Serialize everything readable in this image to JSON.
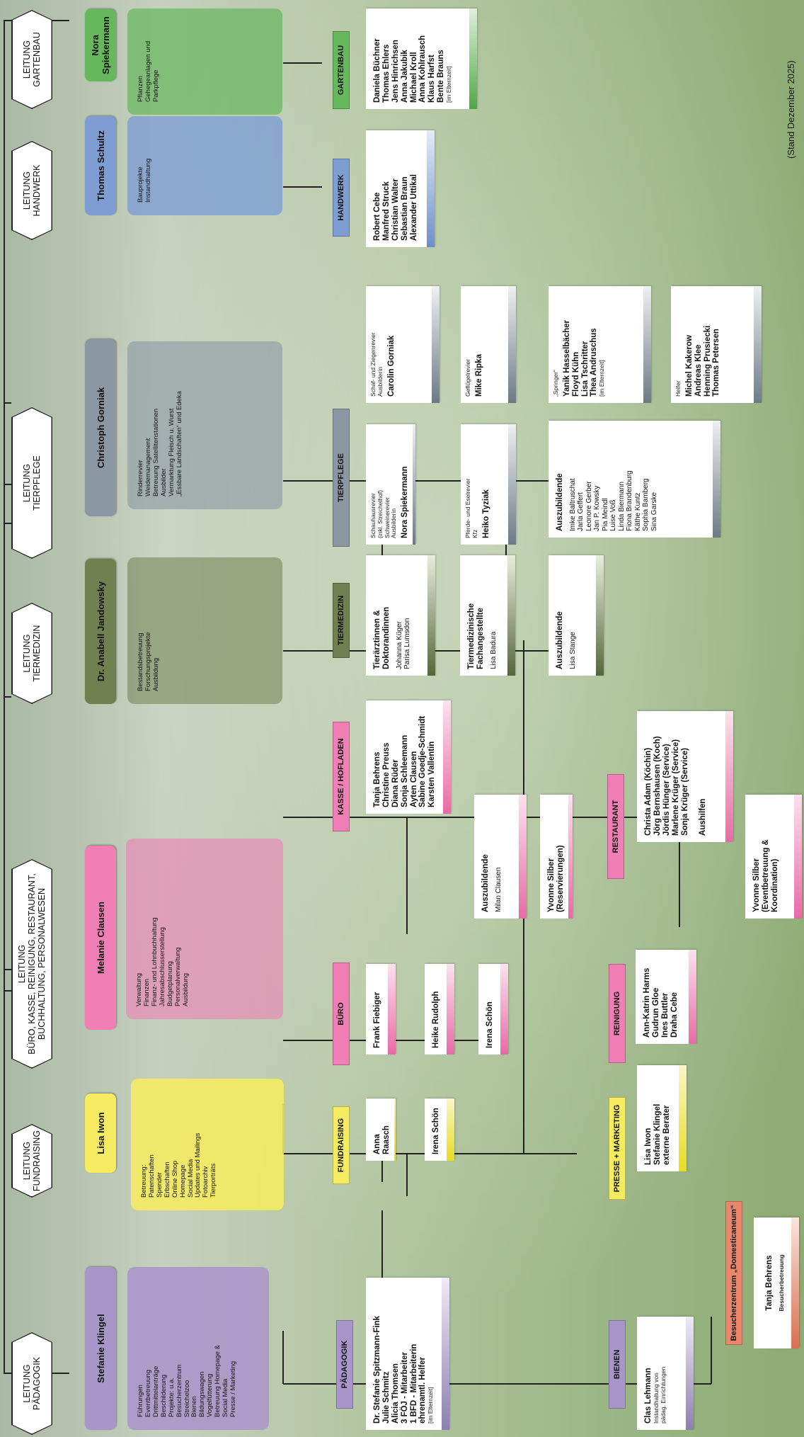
{
  "colors": {
    "paedagogik": "#a996c9",
    "fundraising": "#f5ec61",
    "buero": "#ef7fb4",
    "tiermedizin": "#6f8150",
    "tierpflege": "#8b97a3",
    "handwerk": "#7d9dd3",
    "gartenbau": "#67b85d",
    "besucher": "#e8876b"
  },
  "stand": "(Stand Dezember 2025)",
  "columns": [
    {
      "leitung": "LEITUNG\nPÄDAGOGIK",
      "name": "Stefanie Klingel",
      "desc": "Führungen\nEventbetreuung\nDrittmittelanträge\nBeschilderung\nProjekte: u.a.\n      Besucherzentrum\n      Streichelzoo\n      Bienen\n      Bildungswagen\n      Vogelfütterung\nBetreuung Homepage &\nSocial Media\nPresse / Marketing"
    },
    {
      "leitung": "LEITUNG\nFUNDRAISING",
      "name": "Lisa Iwon",
      "desc": "Betreuung:\n      Patenschaften\n      Spender\n      Erbschaften\n      Online Shop\n      Homepage\n      Social Media\nUpdates und Mailings\nFotoarchiv\nTierporträts"
    },
    {
      "leitung": "LEITUNG\nBÜRO, KASSE, REINIGUNG, RESTAURANT,\nBUCHHALTUNG, PERSONALWESEN",
      "name": "Melanie Clausen",
      "desc": "Verwaltung\nFinanzen\nFinanz- und Lohnbuchhaltung\nJahresabschlusserstellung\nBudgetplanung\nPersonalverwaltung\nAusbildung"
    },
    {
      "leitung": "LEITUNG\nTIERMEDIZIN",
      "name": "Dr. Anabell Jandowsky",
      "desc": "Bestandsbetreuung\nForschungsprojekte\nAusbildung"
    },
    {
      "leitung": "LEITUNG\nTIERPFLEGE",
      "name": "Christoph Gorniak",
      "desc": "Rinderrevier\nWeidemanagement\nBetreuung Satellitenstationen\nAusbilder\nVermarktung Fleisch u. Wurst\n„Essbare Landschaften“ und Edeka"
    },
    {
      "leitung": "LEITUNG\nHANDWERK",
      "name": "Thomas Schultz",
      "desc": "Bauprojekte\nInstandhaltung"
    },
    {
      "leitung": "LEITUNG\nGARTENBAU",
      "name": "Nora Spiekermann",
      "desc": "Pflanzen\nGehegeanlagen und\nParkpflege"
    }
  ],
  "departments": {
    "paedagogik": "PÄDAGOGIK",
    "fundraising": "FUNDRAISING",
    "buero": "BÜRO",
    "kasse": "KASSE / HOFLADEN",
    "tiermedizin": "TIERMEDIZIN",
    "tierpflege": "TIERPFLEGE",
    "handwerk": "HANDWERK",
    "gartenbau": "GARTENBAU",
    "bienen": "BIENEN",
    "presse": "PRESSE + MARKETING",
    "reinigung": "REINIGUNG",
    "restaurant": "RESTAURANT",
    "besucher": "Besucherzentrum „Domesticaneum“"
  },
  "cards": {
    "paedagogik_team": {
      "big": "Dr. Stefanie Spitzmann-Fink\nJulie Schmitz\nAlicia Thomsen\n3 FÖJ - Mitarbeiter\n1 BFD - Mitarbeiterin\nehrenamtl. Helfer",
      "note": "[im Elternzeit]"
    },
    "bienen_team": {
      "big": "Clas Lehmann",
      "small": "Instandhaltung von\npädag. Einrichtungen"
    },
    "fundraising_1": {
      "big": "Anna Raasch"
    },
    "fundraising_2": {
      "big": "Irena Schön"
    },
    "presse_team": {
      "big": "Lisa Iwon\nStefanie Klingel\nexterne Berater"
    },
    "besucher_team": {
      "big": "Tanja Behrens",
      "small": "Besucherbetreuung"
    },
    "buero_1": {
      "big": "Frank Fiebiger"
    },
    "buero_2": {
      "big": "Heike Rudolph"
    },
    "buero_3": {
      "big": "Irena Schön"
    },
    "reinigung_team": {
      "big": "Ann-Katrin Harms\nGudrun Gloe\nInes Buttler\nDraha Cebe"
    },
    "kasse_team": {
      "big": "Tanja Behrens\nChristine Preuss\nDiana Rüder\nSonja Schleemann\nAyten Clausen\nSabine Goedje-Schmidt\nKarsten Vallentin"
    },
    "kasse_azubi": {
      "big": "Auszubildende",
      "norm": "Milan Clausen"
    },
    "kasse_silber": {
      "big": "Yvonne Silber\n(Reservierungen)"
    },
    "restaurant_team": {
      "big": "Christa Adam (Köchin)\nJörg Bernshausen (Koch)\nJördis Hünger (Service)\nMarlene Krüger (Service)\nSonja Krüger (Service)\n\nAushilfen"
    },
    "restaurant_silber": {
      "big": "Yvonne Silber\n(Eventbetreuung &\nKoordination)"
    },
    "tiermedizin_1": {
      "big": "Tierärztinnen &\nDoktorandinnen",
      "norm": "Johanna Küger\nParisa Lumsdon"
    },
    "tiermedizin_2": {
      "big": "Tiermedizinische\nFachangestellte",
      "norm": "Lisa Badura"
    },
    "tiermedizin_3": {
      "big": "Auszubildende",
      "norm": "Lisa Stange"
    },
    "tp_schau": {
      "small": "Schauhausrevier\n(inkl. Streichelhof)\nSchweinerevier\nAusbilderin",
      "big": "Nora Spiekermann"
    },
    "tp_schaf": {
      "small": "Schaf- und Ziegenrevier\nAusbilderin",
      "big": "Carolin Gorniak"
    },
    "tp_pferde": {
      "small": "Pferde- und Eselrevier\nKfz",
      "big": "Heiko Tyziak"
    },
    "tp_gefluegel": {
      "small": "Geflügelrevier",
      "big": "Mike Ripka"
    },
    "tp_azubi": {
      "big": "Auszubildende",
      "norm": "Imke Baltruschat\nJarla Geffert\nLeonore Gerber\nJan P. Kowsky\nPia Meindl\nLuise Voß\nLinda Biermann\nFiona Brandenburg\nKäthe Kuntz\nSophia Bamberg\nSina Garske"
    },
    "tp_springer": {
      "small": "„Springer“",
      "big": "Yanik Hasselbächer\nFloyd Kühn\nLisa Tschritter\nThea Andruschus",
      "note": "[im Elternzeit]"
    },
    "tp_helfer": {
      "small": "Helfer",
      "big": "Michel Kakerow\nAndreas Klee\nHenning Prusiecki\nThomas Petersen"
    },
    "handwerk_team": {
      "big": "Robert Cebe\nManfred Struck\nChristian Walter\nSebastian Braun\nAlexander Uttikal"
    },
    "gartenbau_team": {
      "big": "Daniela Büchner\nThomas Ehlers\nJens Hinrichsen\nAnna Jakubik\nMichael Kroll\nAnna Kohlrausch\nKlaus Harfst\nBente Brauns",
      "note": "[im Elternzeit]"
    }
  }
}
